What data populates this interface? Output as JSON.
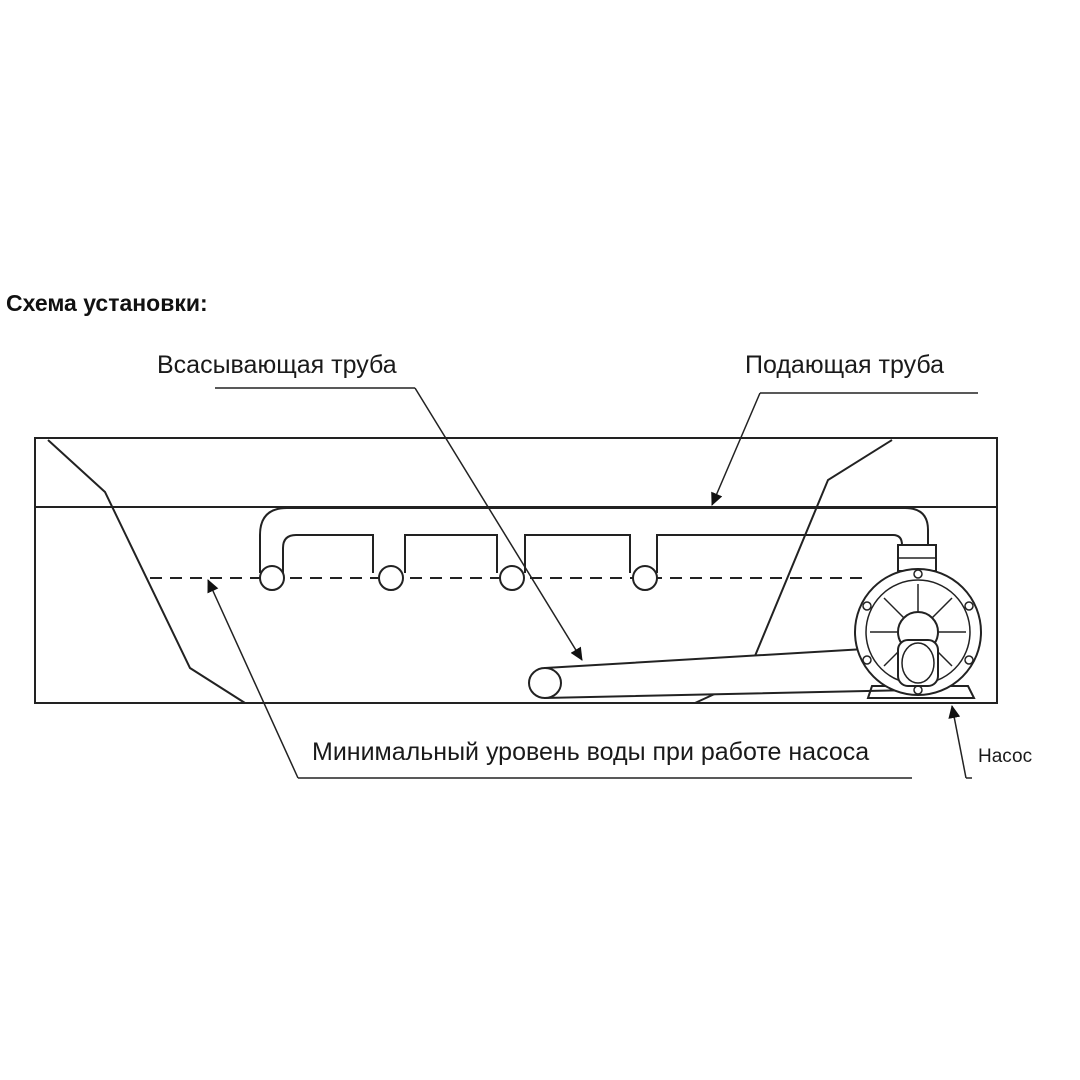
{
  "title": "Схема установки:",
  "labels": {
    "suction_pipe": "Всасывающая труба",
    "supply_pipe": "Подающая труба",
    "min_water_level": "Минимальный уровень воды при работе насоса",
    "pump": "Насос"
  }
}
